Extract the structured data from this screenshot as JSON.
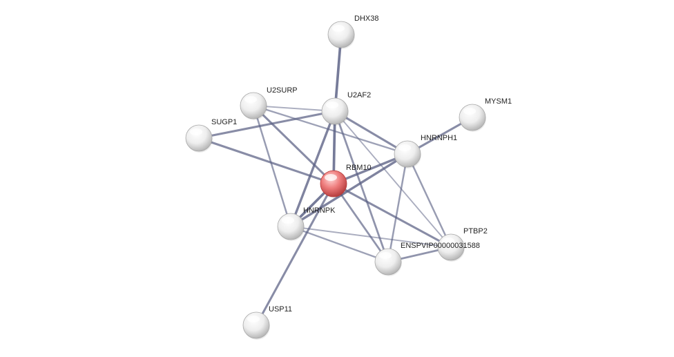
{
  "network": {
    "colors": {
      "edge": "#5c6285",
      "node_fill": "#f2f2f2",
      "node_shade": "#bdbdbd",
      "query_node_fill": "#f07878",
      "query_node_shade": "#b83a3a",
      "label": "#222222"
    },
    "nodes": [
      {
        "id": "DHX38",
        "label": "DHX38",
        "query": false
      },
      {
        "id": "U2AF2",
        "label": "U2AF2",
        "query": false
      },
      {
        "id": "U2SURP",
        "label": "U2SURP",
        "query": false
      },
      {
        "id": "SUGP1",
        "label": "SUGP1",
        "query": false
      },
      {
        "id": "MYSM1",
        "label": "MYSM1",
        "query": false
      },
      {
        "id": "HNRNPH1",
        "label": "HNRNPH1",
        "query": false
      },
      {
        "id": "RBM10",
        "label": "RBM10",
        "query": true
      },
      {
        "id": "HNRNPK",
        "label": "HNRNPK",
        "query": false
      },
      {
        "id": "PTBP2",
        "label": "PTBP2",
        "query": false
      },
      {
        "id": "ENSPVIP00000031588",
        "label": "ENSPVIP00000031588",
        "query": false
      },
      {
        "id": "USP11",
        "label": "USP11",
        "query": false
      }
    ],
    "edges": [
      {
        "source": "DHX38",
        "target": "U2AF2",
        "strength": 0.9
      },
      {
        "source": "U2AF2",
        "target": "RBM10",
        "strength": 0.9
      },
      {
        "source": "U2AF2",
        "target": "SUGP1",
        "strength": 0.7
      },
      {
        "source": "U2AF2",
        "target": "HNRNPH1",
        "strength": 0.7
      },
      {
        "source": "U2AF2",
        "target": "HNRNPK",
        "strength": 0.8
      },
      {
        "source": "U2AF2",
        "target": "ENSPVIP00000031588",
        "strength": 0.6
      },
      {
        "source": "U2AF2",
        "target": "PTBP2",
        "strength": 0.3
      },
      {
        "source": "U2AF2",
        "target": "U2SURP",
        "strength": 0.3
      },
      {
        "source": "U2SURP",
        "target": "RBM10",
        "strength": 0.7
      },
      {
        "source": "U2SURP",
        "target": "HNRNPK",
        "strength": 0.5
      },
      {
        "source": "U2SURP",
        "target": "HNRNPH1",
        "strength": 0.45
      },
      {
        "source": "SUGP1",
        "target": "RBM10",
        "strength": 0.7
      },
      {
        "source": "MYSM1",
        "target": "HNRNPH1",
        "strength": 0.7
      },
      {
        "source": "HNRNPH1",
        "target": "RBM10",
        "strength": 0.8
      },
      {
        "source": "HNRNPH1",
        "target": "HNRNPK",
        "strength": 0.8
      },
      {
        "source": "HNRNPH1",
        "target": "ENSPVIP00000031588",
        "strength": 0.5
      },
      {
        "source": "HNRNPH1",
        "target": "PTBP2",
        "strength": 0.5
      },
      {
        "source": "RBM10",
        "target": "HNRNPK",
        "strength": 0.9
      },
      {
        "source": "RBM10",
        "target": "ENSPVIP00000031588",
        "strength": 0.6
      },
      {
        "source": "RBM10",
        "target": "PTBP2",
        "strength": 0.7
      },
      {
        "source": "RBM10",
        "target": "USP11",
        "strength": 0.7
      },
      {
        "source": "HNRNPK",
        "target": "ENSPVIP00000031588",
        "strength": 0.45
      },
      {
        "source": "HNRNPK",
        "target": "PTBP2",
        "strength": 0.3
      },
      {
        "source": "ENSPVIP00000031588",
        "target": "PTBP2",
        "strength": 0.6
      }
    ]
  }
}
